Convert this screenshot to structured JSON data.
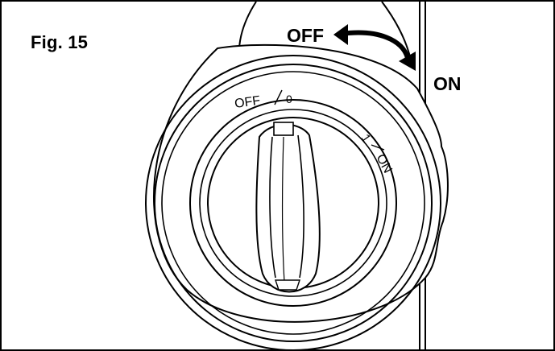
{
  "figure": {
    "label": "Fig. 15"
  },
  "callouts": {
    "off": "OFF",
    "on": "ON"
  },
  "dial": {
    "off_marking": "OFF",
    "zero_marking": "0",
    "one_marking": "1",
    "on_marking": "ON"
  },
  "colors": {
    "ink": "#000000",
    "background": "#ffffff"
  },
  "icons": [
    "curved-double-arrow-icon",
    "rotary-switch-knob"
  ]
}
